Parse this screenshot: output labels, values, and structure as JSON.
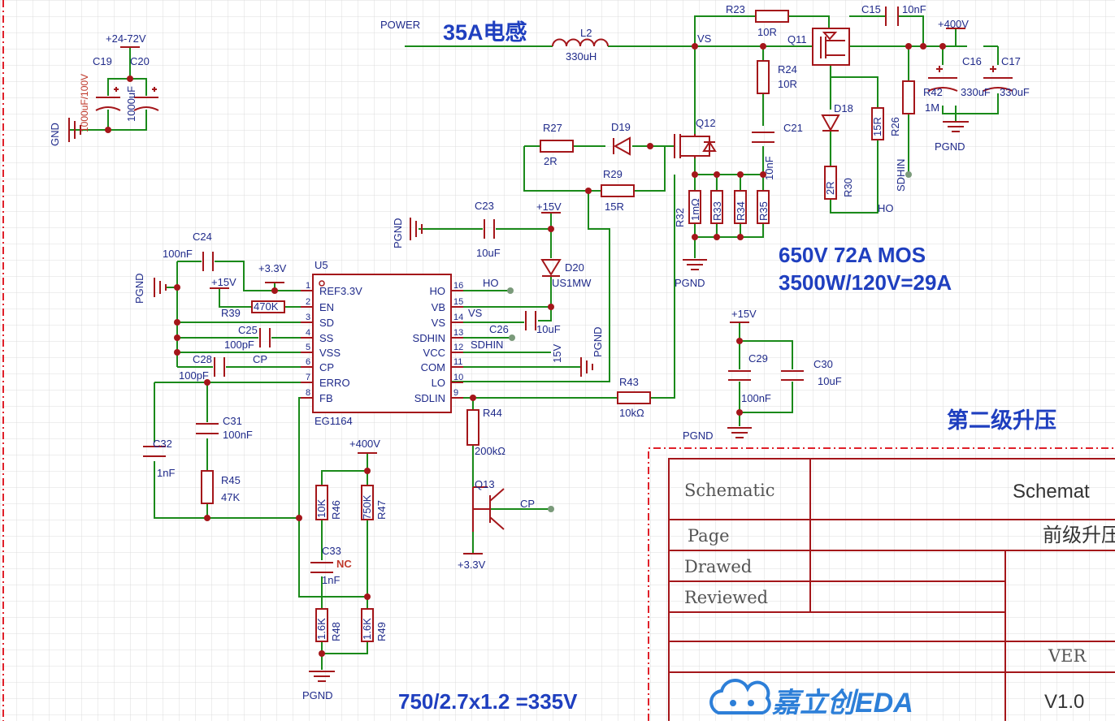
{
  "titles": {
    "inductor_note": "35A电感",
    "mos_note_1": "650V 72A MOS",
    "mos_note_2": "3500W/120V=29A",
    "stage_title": "第二级升压",
    "voltage_note": "750/2.7x1.2 =335V"
  },
  "nets": {
    "power": "POWER",
    "vs": "VS",
    "v400_top": "+400V",
    "v400_mid": "+400V",
    "v24_72": "+24-72V",
    "gnd": "GND",
    "pgnd_c23": "PGND",
    "pgnd_left": "PGND",
    "pgnd_mid": "PGND",
    "pgnd_r32": "PGND",
    "pgnd_right": "PGND",
    "pgnd_c29": "PGND",
    "pgnd_bottom": "PGND",
    "v15_d20": "+15V",
    "v15_en": "+15V",
    "v15_c29": "+15V",
    "v15_vcc": "15V",
    "v33_ref": "+3.3V",
    "v33_q13": "+3.3V",
    "ho_u5": "HO",
    "ho_r30": "HO",
    "sdhin_u5": "SDHIN",
    "sdhin_r26": "SDHIN",
    "vs_u5": "VS",
    "cp_c28": "CP",
    "cp_q13": "CP",
    "nc": "NC"
  },
  "components": {
    "l2": {
      "ref": "L2",
      "value": "330uH"
    },
    "r23": {
      "ref": "R23",
      "value": "10R"
    },
    "c15": {
      "ref": "C15",
      "value": "10nF"
    },
    "q11": {
      "ref": "Q11"
    },
    "r24": {
      "ref": "R24",
      "value": "10R"
    },
    "c16": {
      "ref": "C16",
      "value": "330uF"
    },
    "c17": {
      "ref": "C17",
      "value": "330uF"
    },
    "r42": {
      "ref": "R42",
      "value": "1M"
    },
    "d18": {
      "ref": "D18"
    },
    "r26": {
      "ref": "R26",
      "value": "15R"
    },
    "r30": {
      "ref": "R30",
      "value": "2R"
    },
    "c21": {
      "ref": "C21",
      "value": "10nF"
    },
    "q12": {
      "ref": "Q12"
    },
    "r27": {
      "ref": "R27",
      "value": "2R"
    },
    "d19": {
      "ref": "D19"
    },
    "r29": {
      "ref": "R29",
      "value": "15R"
    },
    "r32": {
      "ref": "R32",
      "value": "1mΩ"
    },
    "r33": {
      "ref": "R33"
    },
    "r34": {
      "ref": "R34"
    },
    "r35": {
      "ref": "R35"
    },
    "c19": {
      "ref": "C19",
      "value": "1000uF/100V"
    },
    "c20": {
      "ref": "C20",
      "value": "1000uF"
    },
    "c23": {
      "ref": "C23",
      "value": "10uF"
    },
    "d20": {
      "ref": "D20",
      "value": "US1MW"
    },
    "c24": {
      "ref": "C24",
      "value": "100nF"
    },
    "r39": {
      "ref": "R39",
      "value": "470K"
    },
    "c25": {
      "ref": "C25",
      "value": "100pF"
    },
    "c28": {
      "ref": "C28",
      "value": "100pF"
    },
    "c26": {
      "ref": "C26",
      "value": "10uF"
    },
    "r43": {
      "ref": "R43",
      "value": "10kΩ"
    },
    "r44": {
      "ref": "R44",
      "value": "200kΩ"
    },
    "q13": {
      "ref": "Q13"
    },
    "c29": {
      "ref": "C29",
      "value": "100nF"
    },
    "c30": {
      "ref": "C30",
      "value": "10uF"
    },
    "c31": {
      "ref": "C31",
      "value": "100nF"
    },
    "c32": {
      "ref": "C32",
      "value": "1nF"
    },
    "r45": {
      "ref": "R45",
      "value": "47K"
    },
    "r46": {
      "ref": "R46",
      "value": "10K"
    },
    "r47": {
      "ref": "R47",
      "value": "750K"
    },
    "c33": {
      "ref": "C33",
      "value": "1nF"
    },
    "r48": {
      "ref": "R48",
      "value": "1.6K"
    },
    "r49": {
      "ref": "R49",
      "value": "1.6K"
    }
  },
  "ic": {
    "ref": "U5",
    "part": "EG1164",
    "left_pins": [
      {
        "num": "1",
        "name": "REF3.3V"
      },
      {
        "num": "2",
        "name": "EN"
      },
      {
        "num": "3",
        "name": "SD"
      },
      {
        "num": "4",
        "name": "SS"
      },
      {
        "num": "5",
        "name": "VSS"
      },
      {
        "num": "6",
        "name": "CP"
      },
      {
        "num": "7",
        "name": "ERRO"
      },
      {
        "num": "8",
        "name": "FB"
      }
    ],
    "right_pins": [
      {
        "num": "16",
        "name": "HO"
      },
      {
        "num": "15",
        "name": "VB"
      },
      {
        "num": "14",
        "name": "VS"
      },
      {
        "num": "13",
        "name": "SDHIN"
      },
      {
        "num": "12",
        "name": "VCC"
      },
      {
        "num": "11",
        "name": "COM"
      },
      {
        "num": "10",
        "name": "LO"
      },
      {
        "num": "9",
        "name": "SDLIN"
      }
    ]
  },
  "title_block": {
    "schematic_label": "Schematic",
    "schematic_value": "Schemat",
    "page_label": "Page",
    "page_value": "前级升压",
    "drawed_label": "Drawed",
    "reviewed_label": "Reviewed",
    "ver_label": "VER",
    "ver_value": "V1.0",
    "logo_text": "嘉立创EDA"
  },
  "colors": {
    "wire": "#1a8a1a",
    "component": "#a4161a",
    "text": "#1f2a8a",
    "note": "#1f3fbf",
    "grid": "#dcdcdc",
    "frame_dash": "#e0202a"
  }
}
